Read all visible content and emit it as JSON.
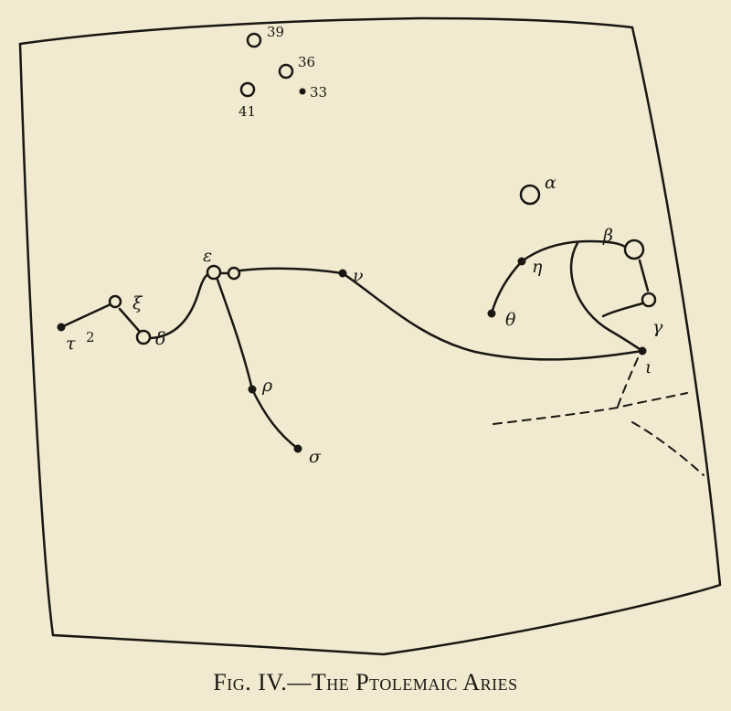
{
  "figure": {
    "caption": "Fig. IV.—The Ptolemaic Aries",
    "ink_color": "#1a1612",
    "paper_color": "#f1ead0"
  },
  "stars": {
    "s39": "39",
    "s36": "36",
    "s33": "33",
    "s41": "41",
    "alpha": "α",
    "beta": "β",
    "gamma": "γ",
    "eta": "η",
    "theta": "θ",
    "iota": "ι",
    "epsilon": "ε",
    "nu": "ν",
    "xi": "ξ",
    "delta": "δ",
    "tau": "τ",
    "tau_sup": "2",
    "rho": "ρ",
    "sigma": "σ"
  }
}
